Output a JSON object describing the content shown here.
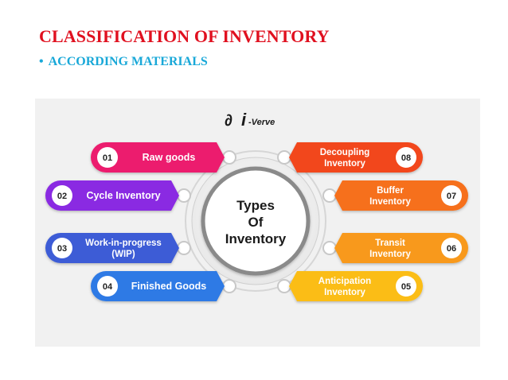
{
  "slide": {
    "title": "CLASSIFICATION OF INVENTORY",
    "bullet": "ACCORDING MATERIALS"
  },
  "figure": {
    "logo": {
      "mark": "∂",
      "i": "i",
      "brand": "-Verve"
    },
    "center": {
      "line1": "Types",
      "line2": "Of",
      "line3": "Inventory"
    },
    "left_items": [
      {
        "num": "01",
        "line1": "Raw goods",
        "line2": "",
        "color": "#ec1f6e"
      },
      {
        "num": "02",
        "line1": "Cycle Inventory",
        "line2": "",
        "color": "#8a2be2"
      },
      {
        "num": "03",
        "line1": "Work-in-progress",
        "line2": "(WIP)",
        "color": "#3d5bd6"
      },
      {
        "num": "04",
        "line1": "Finished Goods",
        "line2": "",
        "color": "#2f7ae5"
      }
    ],
    "right_items": [
      {
        "num": "08",
        "line1": "Decoupling",
        "line2": "Inventory",
        "color": "#f2471f"
      },
      {
        "num": "07",
        "line1": "Buffer",
        "line2": "Inventory",
        "color": "#f6701a"
      },
      {
        "num": "06",
        "line1": "Transit",
        "line2": "Inventory",
        "color": "#f8991c"
      },
      {
        "num": "05",
        "line1": "Anticipation",
        "line2": "Inventory",
        "color": "#fbbd14"
      }
    ]
  }
}
